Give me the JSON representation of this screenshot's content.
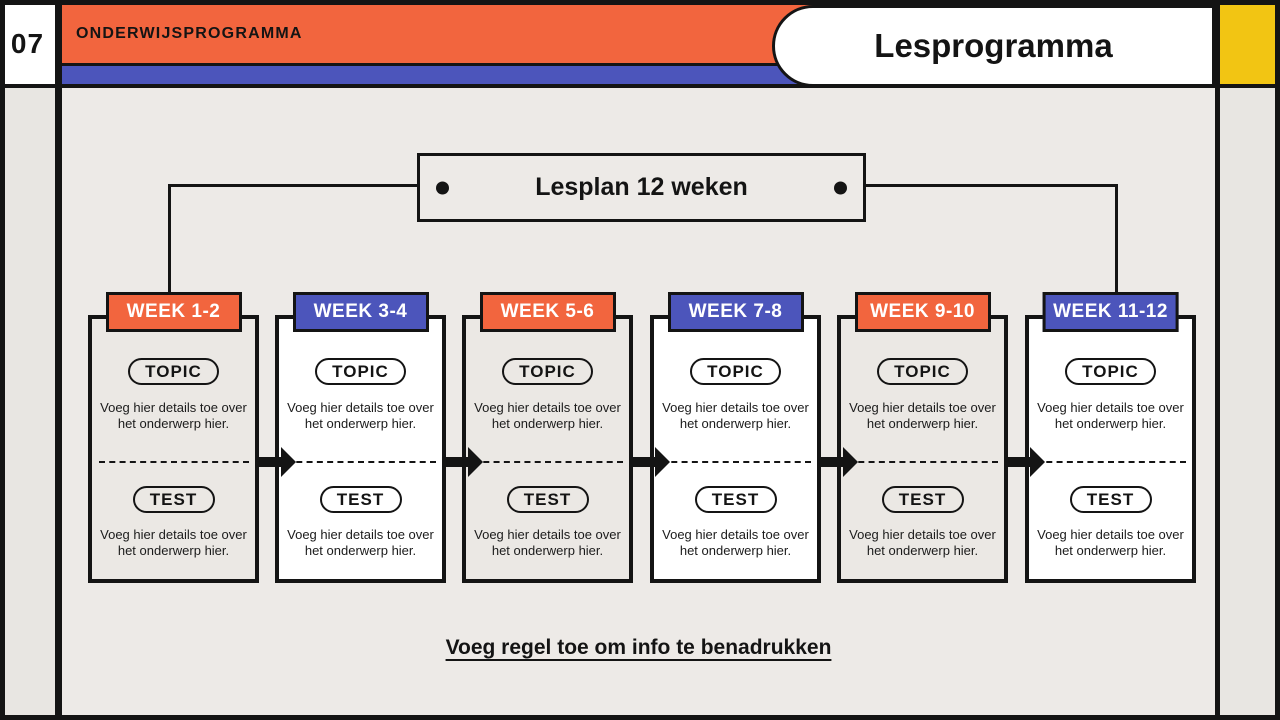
{
  "page": {
    "number": "07",
    "kicker": "ONDERWIJSPROGRAMMA",
    "title": "Lesprogramma"
  },
  "plan_header": {
    "title": "Lesplan 12 weken"
  },
  "section_labels": {
    "topic": "TOPIC",
    "test": "TEST"
  },
  "placeholder": {
    "details": "Voeg hier details toe over het onderwerp hier."
  },
  "footer": {
    "note": "Voeg regel toe om info te benadrukken"
  },
  "weeks": [
    {
      "label": "WEEK 1-2",
      "accent": "#F2653E",
      "card_bg": "#EBE8E4"
    },
    {
      "label": "WEEK 3-4",
      "accent": "#4C55BB",
      "card_bg": "#FFFFFF"
    },
    {
      "label": "WEEK 5-6",
      "accent": "#F2653E",
      "card_bg": "#EBE8E4"
    },
    {
      "label": "WEEK 7-8",
      "accent": "#4C55BB",
      "card_bg": "#FFFFFF"
    },
    {
      "label": "WEEK 9-10",
      "accent": "#F2653E",
      "card_bg": "#EBE8E4"
    },
    {
      "label": "WEEK 11-12",
      "accent": "#4C55BB",
      "card_bg": "#FFFFFF"
    }
  ],
  "colors": {
    "orange": "#F2653E",
    "blue": "#4C55BB",
    "yellow": "#F2C513",
    "ink": "#141414",
    "background": "#EDEAE7"
  }
}
